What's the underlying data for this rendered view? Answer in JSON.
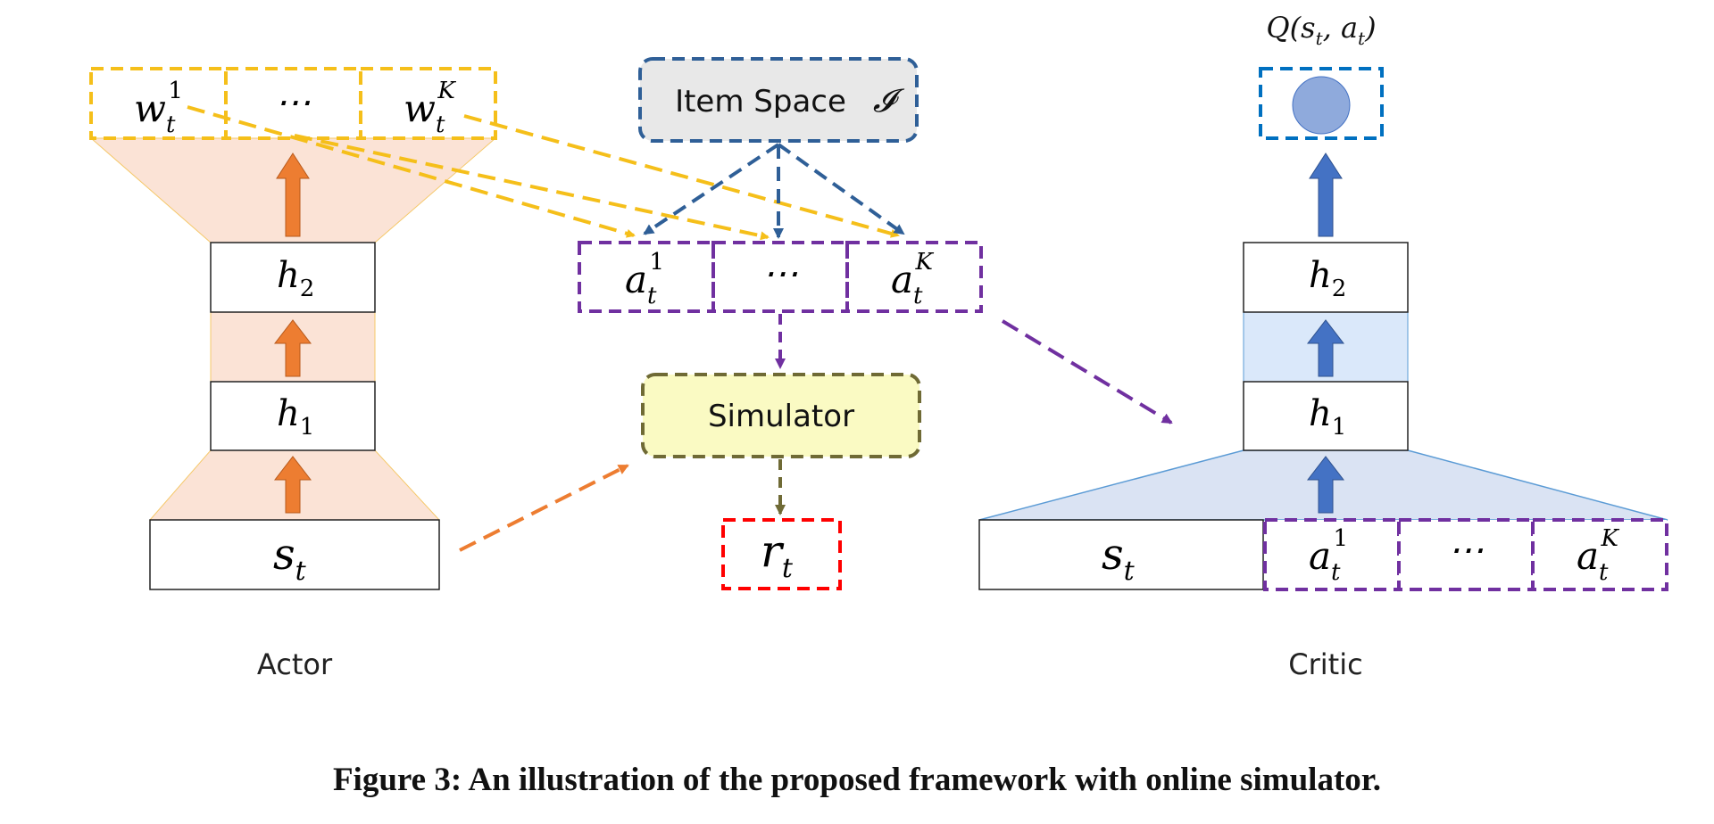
{
  "actor": {
    "weights": [
      {
        "base": "w",
        "sub": "t",
        "sup": "1"
      },
      {
        "ellipsis": "⋯"
      },
      {
        "base": "w",
        "sub": "t",
        "sup": "K"
      }
    ],
    "h2": {
      "base": "h",
      "sub": "2"
    },
    "h1": {
      "base": "h",
      "sub": "1"
    },
    "state": {
      "base": "s",
      "sub": "t"
    },
    "label": "Actor"
  },
  "item_space": {
    "text": "Item Space",
    "symbol": "𝓘"
  },
  "actions": [
    {
      "base": "a",
      "sub": "t",
      "sup": "1"
    },
    {
      "ellipsis": "⋯"
    },
    {
      "base": "a",
      "sub": "t",
      "sup": "K"
    }
  ],
  "simulator": {
    "label": "Simulator"
  },
  "reward": {
    "base": "r",
    "sub": "t"
  },
  "critic": {
    "q_label": "Q(s",
    "q_sub": "t",
    "q_mid": ", a",
    "q_sub2": "t",
    "q_end": ")",
    "h2": {
      "base": "h",
      "sub": "2"
    },
    "h1": {
      "base": "h",
      "sub": "1"
    },
    "state": {
      "base": "s",
      "sub": "t"
    },
    "actions": [
      {
        "base": "a",
        "sub": "t",
        "sup": "1"
      },
      {
        "ellipsis": "⋯"
      },
      {
        "base": "a",
        "sub": "t",
        "sup": "K"
      }
    ],
    "label": "Critic"
  },
  "caption": "Figure 3: An illustration of the proposed framework with online simulator.",
  "colors": {
    "weights_border": "#f5bf1a",
    "actor_fill": "#fbe3d6",
    "orange_arrow": "#ed7d31",
    "item_space_border": "#2f5f97",
    "item_space_fill": "#e8e8e8",
    "action_border": "#7030a0",
    "simulator_border": "#6f6a35",
    "simulator_fill": "#fafac3",
    "reward_border": "#ff0000",
    "critic_fill": "#dae3f3",
    "blue_arrow": "#4472c4",
    "q_border": "#0070c0",
    "q_circle": "#8faadc"
  }
}
